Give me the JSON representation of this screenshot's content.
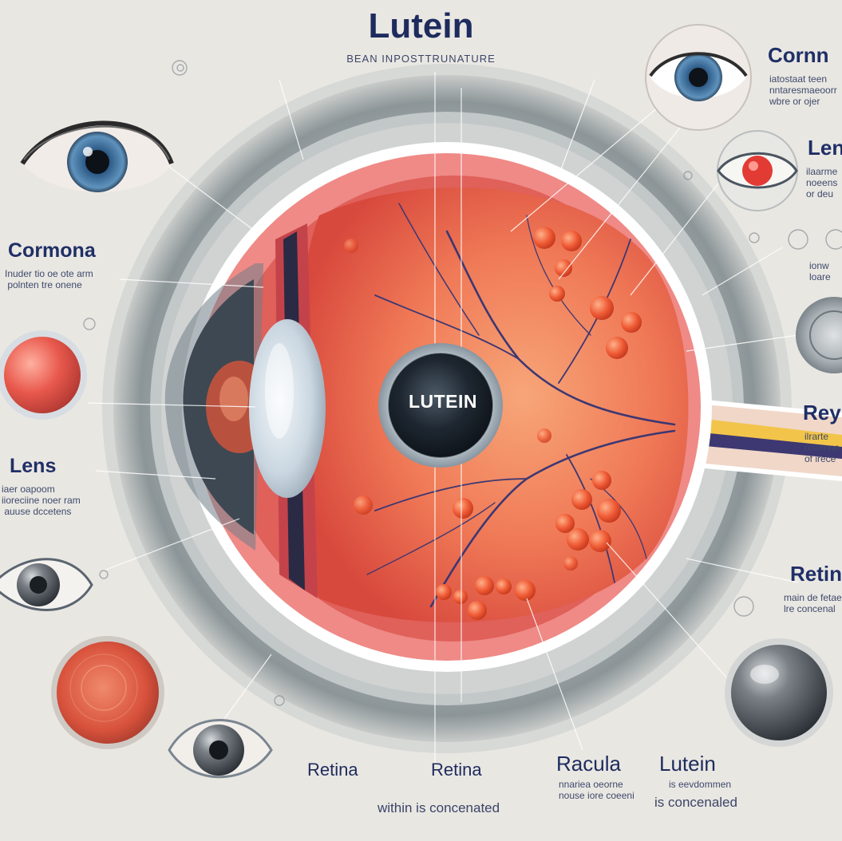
{
  "header": {
    "title": "Lutein",
    "subtitle": "BEAN INPOSTTRUNATURE"
  },
  "center_label": "LUTEIN",
  "left_labels": {
    "cornea_heading": "Cormona",
    "cornea_desc": "Inuder tio oe ote arm\n polnten tre onene",
    "lens_heading": "Lens",
    "lens_desc": "iaer oapoom\niioreciine noer ram\n auuse dccetens"
  },
  "right_labels": {
    "cornea_heading": "Cornn",
    "cornea_desc": "iatostaat teen\nnntaresmaeoorr\nwbre or ojer",
    "lens_heading": "Len",
    "lens_desc": "ilaarme\nnoeens\nor deu",
    "mid_desc": "ionw\nloare",
    "rety_heading": "Rey",
    "rety_desc": "ilrarte\nonrenne\nof irece",
    "retina_heading": "Retin",
    "retina_desc": "main de fetae\nlre concenal"
  },
  "bottom_labels": {
    "retina_a": "Retina",
    "retina_b": "Retina",
    "racula": "Racula",
    "lutein": "Lutein",
    "desc_a": "nnariea oeorne\nnouse iore coeeni",
    "desc_b": "is eevdommen",
    "within": "within is concenated",
    "concentrated": "is concenaled"
  },
  "palette": {
    "background": "#e9e7e2",
    "ring_dark": "#8a9398",
    "retina": "#ee6a4a",
    "sclera_rim": "#ef8a86",
    "lutein_dot": "#ea5a33",
    "vessel": "#3d3772",
    "label_navy": "#1f2f66"
  }
}
